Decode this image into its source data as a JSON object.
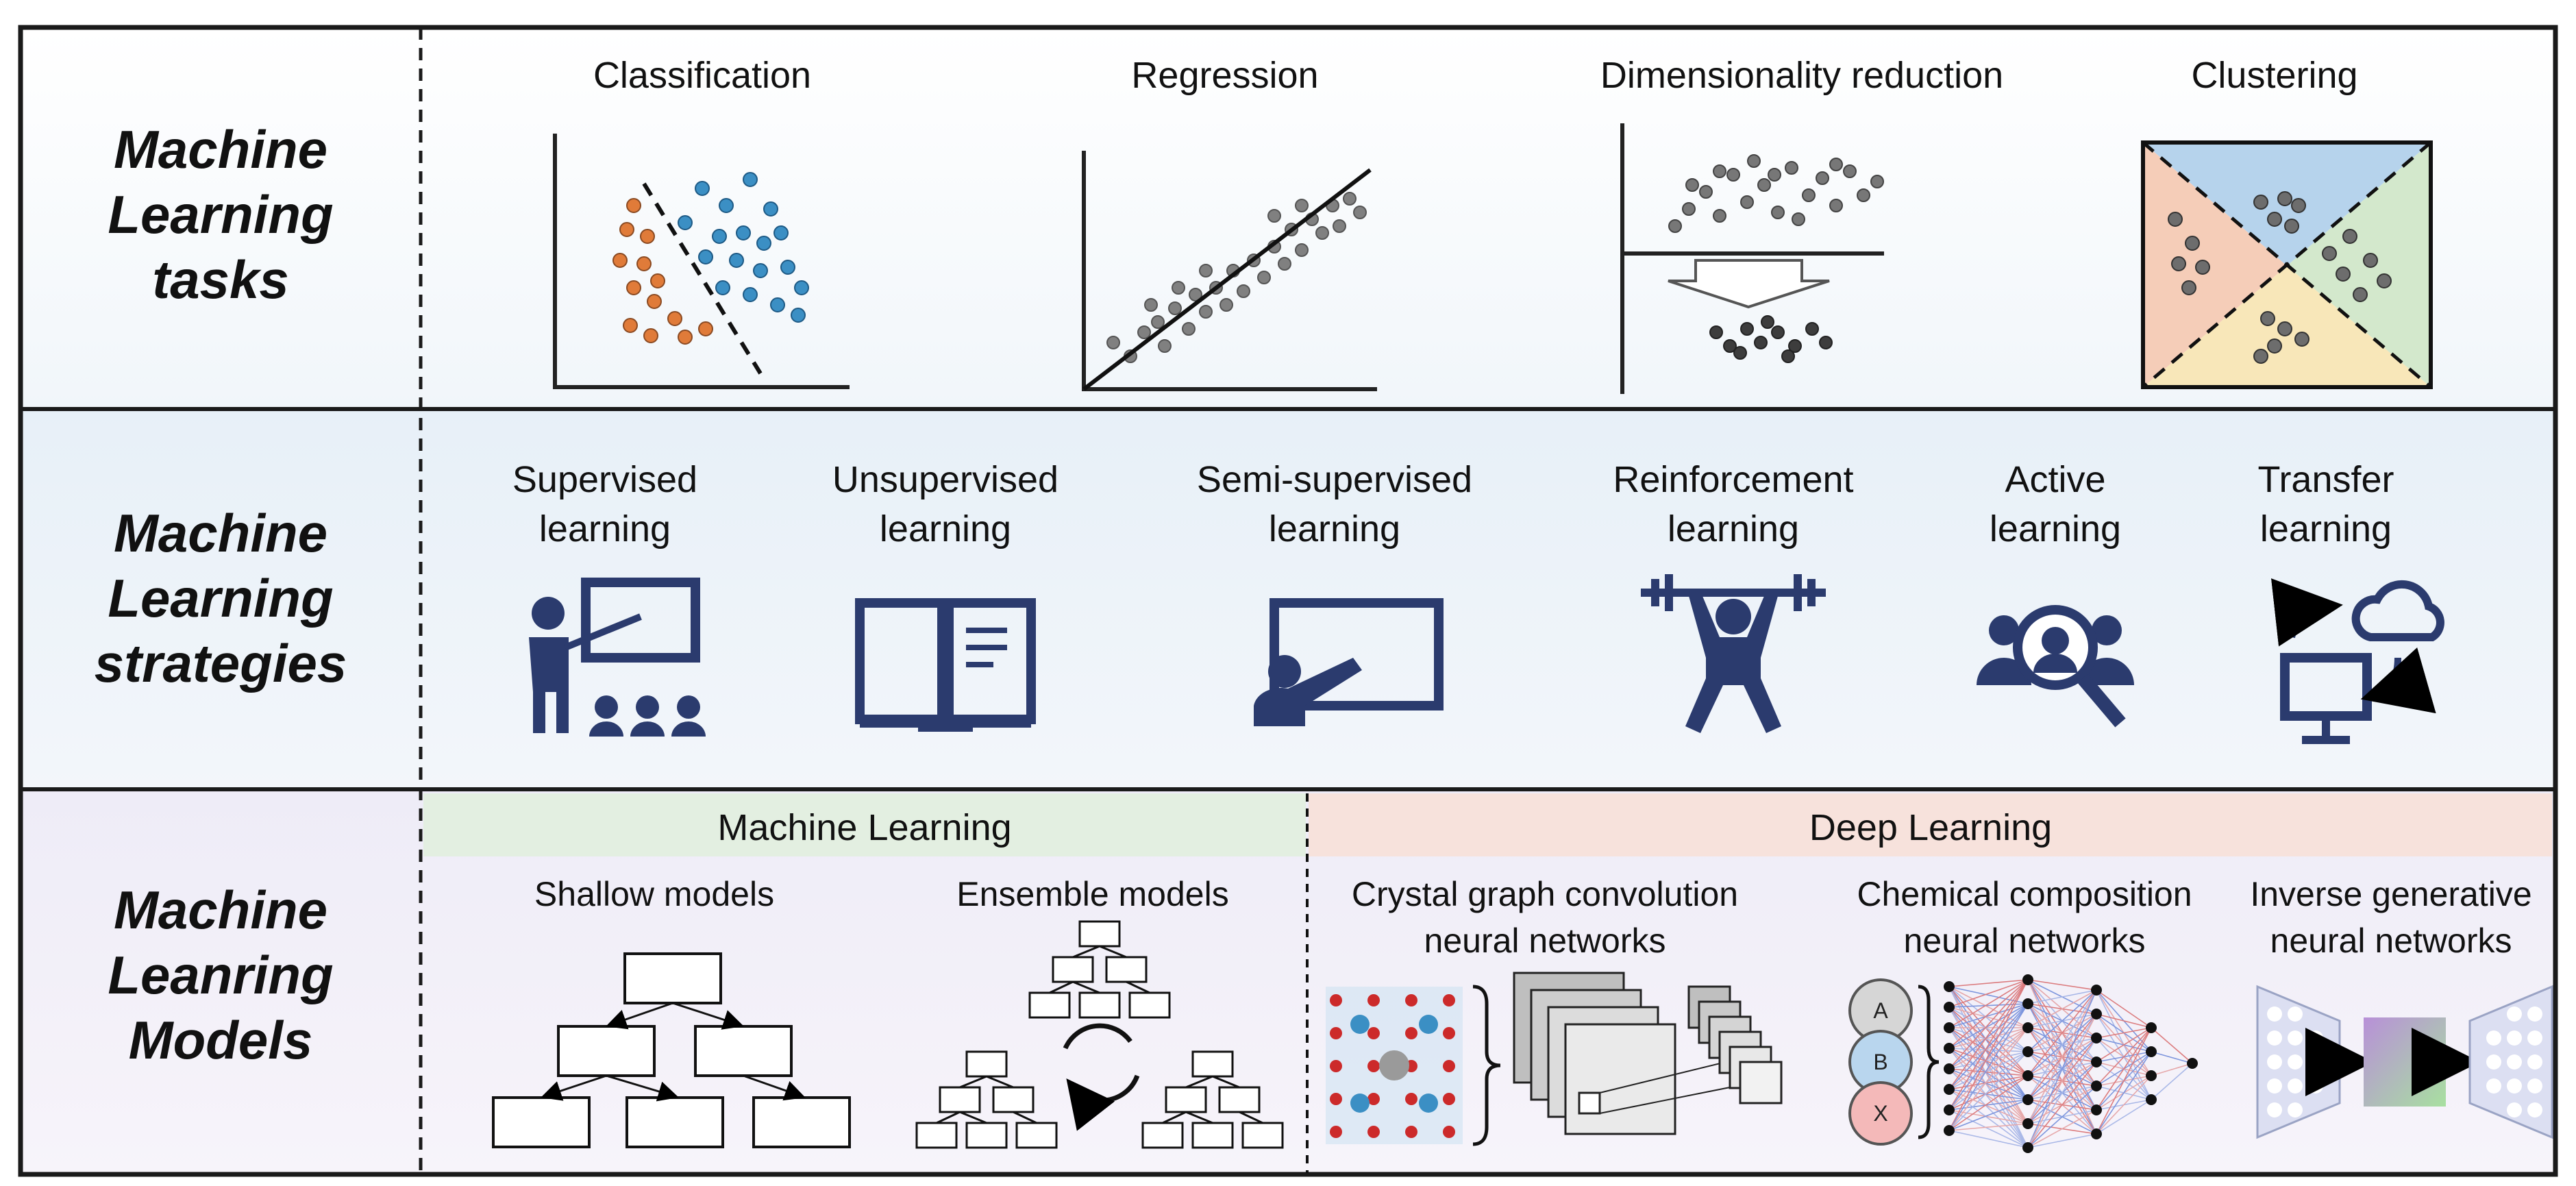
{
  "rows": {
    "tasks": {
      "title_lines": [
        "Machine",
        "Learning",
        "tasks"
      ],
      "items": [
        "Classification",
        "Regression",
        "Dimensionality reduction",
        "Clustering"
      ]
    },
    "strategies": {
      "title_lines": [
        "Machine",
        "Learning",
        "strategies"
      ],
      "items": [
        {
          "lines": [
            "Supervised",
            "learning"
          ],
          "icon": "teacher-board-icon"
        },
        {
          "lines": [
            "Unsupervised",
            "learning"
          ],
          "icon": "open-book-icon"
        },
        {
          "lines": [
            "Semi-supervised",
            "learning"
          ],
          "icon": "presenter-screen-icon"
        },
        {
          "lines": [
            "Reinforcement",
            "learning"
          ],
          "icon": "weightlifter-icon"
        },
        {
          "lines": [
            "Active",
            "learning"
          ],
          "icon": "group-search-icon"
        },
        {
          "lines": [
            "Transfer",
            "learning"
          ],
          "icon": "computer-cloud-sync-icon"
        }
      ]
    },
    "models": {
      "title_lines": [
        "Machine",
        "Leanring",
        "Models"
      ],
      "ml_header": "Machine Learning",
      "dl_header": "Deep Learning",
      "shallow": "Shallow models",
      "ensemble": "Ensemble models",
      "cgcnn_lines": [
        "Crystal graph convolution",
        "neural networks"
      ],
      "ccnn_lines": [
        "Chemical composition",
        "neural networks"
      ],
      "ignn_lines": [
        "Inverse generative",
        "neural networks"
      ],
      "nodes": [
        "A",
        "B",
        "X"
      ]
    }
  },
  "colors": {
    "icon_navy": "#2b3b6e",
    "orange_points": "#e07b39",
    "blue_points": "#3b8fc4",
    "gray_points": "#777777",
    "ml_header_bg": "#e3efe1",
    "dl_header_bg": "#f7e2dc"
  }
}
